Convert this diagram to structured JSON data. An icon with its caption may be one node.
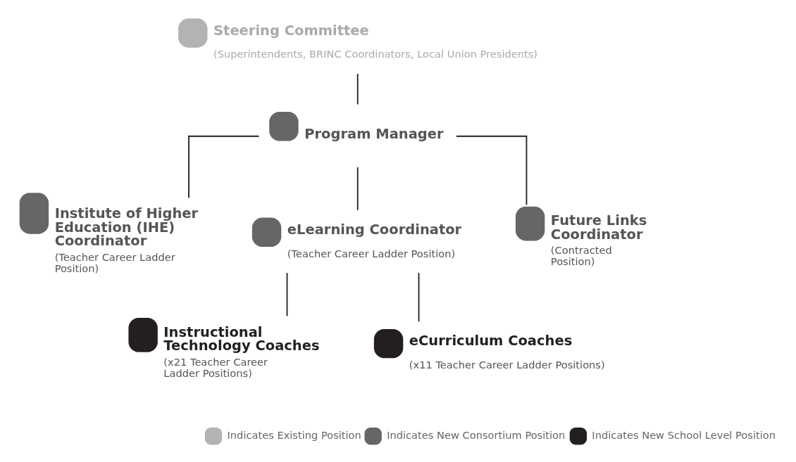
{
  "diagram": {
    "nodes": [
      {
        "text": [
          "Steering Committee",
          "(Superintendents, BRINC Coordinators, Local Union Presidents)"
        ]
      },
      {
        "text": [
          "Program Manager"
        ]
      },
      {
        "text": [
          "Institute of Higher Education (IHE) Coordinator",
          "(Teacher Career Ladder Position)"
        ]
      },
      {
        "text": [
          "eLearning Coordinator",
          "(Teacher Career Ladder Position)"
        ]
      },
      {
        "text": [
          "Future Links Coordinator",
          "(Contracted Position)"
        ]
      },
      {
        "text": [
          "Instructional Technology Coaches",
          "(x21 Teacher Career Ladder Positions)"
        ]
      },
      {
        "text": [
          "eCurriculum Coaches",
          "(x11 Teacher Career Ladder Positions)"
        ]
      }
    ],
    "edges": [
      {
        "from": 0,
        "to": 1,
        "arrow": "none"
      },
      {
        "from": 1,
        "to": 2,
        "arrow": "none"
      },
      {
        "from": 1,
        "to": 3,
        "arrow": "none"
      },
      {
        "from": 1,
        "to": 4,
        "arrow": "none"
      },
      {
        "from": 3,
        "to": 5,
        "arrow": "none"
      },
      {
        "from": 3,
        "to": 6,
        "arrow": "none"
      }
    ],
    "legend": [
      {
        "text": "Indicates Existing Position",
        "color": "#b3b3b3"
      },
      {
        "text": "Indicates New Consortium Position",
        "color": "#666666"
      },
      {
        "text": "Indicates New School Level Position",
        "color": "#231f20"
      }
    ]
  }
}
